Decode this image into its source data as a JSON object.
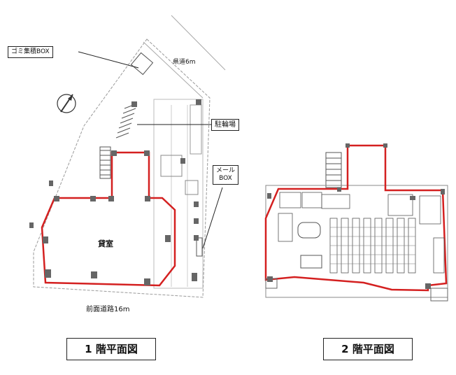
{
  "floor1": {
    "caption": "1 階平面図",
    "label_garbage_box": "ゴミ集積BOX",
    "label_prefectural_road": "県道6m",
    "label_bicycle_parking": "駐輪場",
    "label_mail_box_line1": "メール",
    "label_mail_box_line2": "BOX",
    "label_rental_room": "貸室",
    "label_front_road": "前面道路16m"
  },
  "floor2": {
    "caption": "2 階平面図"
  },
  "colors": {
    "outline_red": "#d42020",
    "line_dark": "#555555",
    "line_light": "#999999",
    "column_fill": "#666666"
  }
}
